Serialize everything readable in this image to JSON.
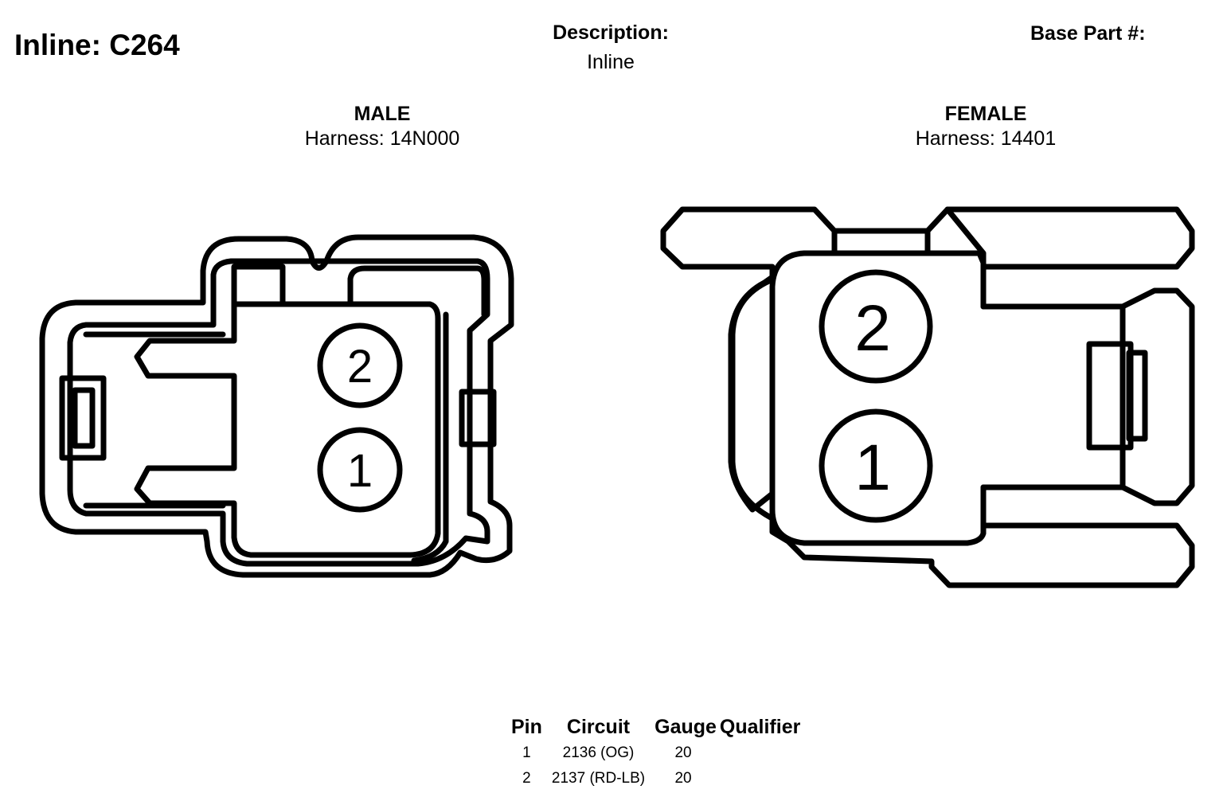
{
  "header": {
    "title": "Inline: C264",
    "description_label": "Description:",
    "description_value": "Inline",
    "base_part_label": "Base Part #:"
  },
  "male": {
    "title": "MALE",
    "harness": "Harness: 14N000",
    "pins": [
      "1",
      "2"
    ]
  },
  "female": {
    "title": "FEMALE",
    "harness": "Harness: 14401",
    "pins": [
      "1",
      "2"
    ]
  },
  "pin_table": {
    "headers": [
      "Pin",
      "Circuit",
      "Gauge",
      "Qualifier"
    ],
    "rows": [
      {
        "pin": "1",
        "circuit": "2136 (OG)",
        "gauge": "20",
        "qualifier": ""
      },
      {
        "pin": "2",
        "circuit": "2137 (RD-LB)",
        "gauge": "20",
        "qualifier": ""
      }
    ]
  }
}
